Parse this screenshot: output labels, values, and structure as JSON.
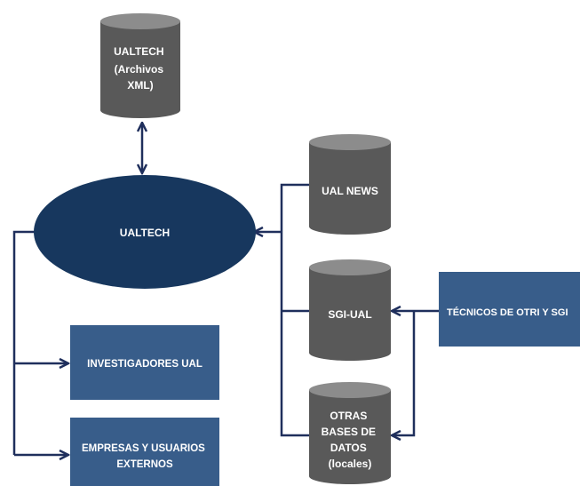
{
  "colors": {
    "cylinder_top": "#8c8c8c",
    "cylinder_body": "#595959",
    "ellipse": "#17375e",
    "box": "#385d8a",
    "connector": "#1f2f5c",
    "text": "#ffffff"
  },
  "nodes": {
    "xml_db": {
      "lines": [
        "UALTECH",
        "(Archivos",
        "XML)"
      ]
    },
    "ualtech": {
      "label": "UALTECH"
    },
    "ual_news": {
      "label": "UAL NEWS"
    },
    "sgi_ual": {
      "label": "SGI-UAL"
    },
    "otras_bd": {
      "lines": [
        "OTRAS",
        "BASES DE",
        "DATOS",
        "(locales)"
      ]
    },
    "tecnicos": {
      "label": "TÉCNICOS DE OTRI Y SGI"
    },
    "investigadores": {
      "label": "INVESTIGADORES UAL"
    },
    "empresas": {
      "lines": [
        "EMPRESAS Y USUARIOS",
        "EXTERNOS"
      ]
    }
  }
}
